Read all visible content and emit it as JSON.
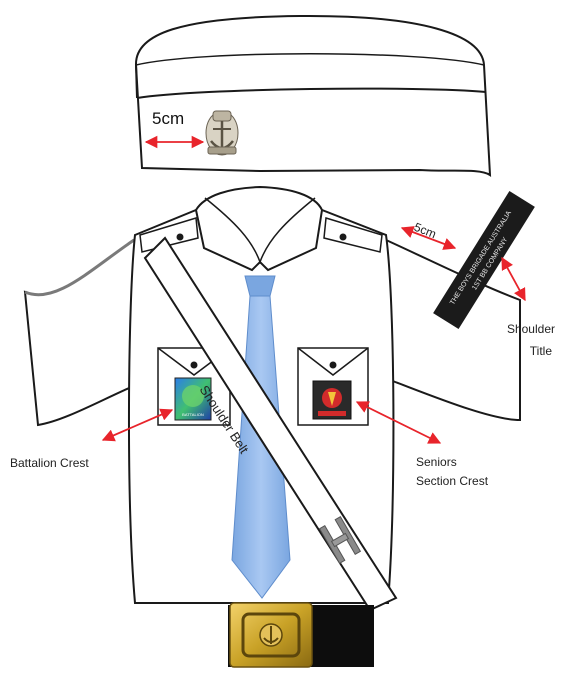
{
  "labels": {
    "cap_measure": "5cm",
    "shoulder_measure": "5cm",
    "shoulder_title_line1": "Shoulder",
    "shoulder_title_line2": "Title",
    "battalion_crest": "Battalion Crest",
    "seniors_line1": "Seniors",
    "seniors_line2": "Section Crest",
    "shoulder_belt": "Shoulder Belt"
  },
  "shoulder_title_badge": {
    "line1": "THE BOYS BRIGADE AUSTRALIA",
    "line2": "1ST BB COMPANY"
  },
  "crest_badge_text": "BATTALION",
  "colors": {
    "outline": "#1a1a1a",
    "shirt": "#ffffff",
    "tie": "#8fb6ea",
    "arrow": "#e8242b",
    "badge_dark": "#2a2a2a",
    "brass": "#c9a227"
  }
}
